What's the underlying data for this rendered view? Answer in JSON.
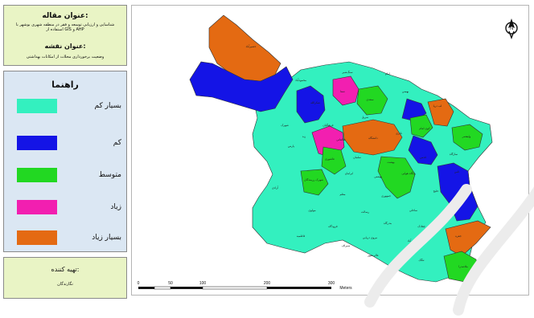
{
  "title_panel": {
    "article_title": "عنوان مقاله:",
    "article_subtitle": "شناسایی و ارزیابی توسعه و فقر در منطقه شهری بوشهر با استفاده از GIS و AHP",
    "map_title": "عنوان نقشه:",
    "map_subtitle": "وضعیت برخورداری محلات از امکانات بهداشتی"
  },
  "legend": {
    "title": "راهنما",
    "items": [
      {
        "label": "بسیار کم",
        "color": "#33f0bf"
      },
      {
        "label": "کم",
        "color": "#1414e6"
      },
      {
        "label": "متوسط",
        "color": "#22d822"
      },
      {
        "label": "زیاد",
        "color": "#f21fb0"
      },
      {
        "label": "بسیار زیاد",
        "color": "#e46a12"
      }
    ]
  },
  "credit_panel": {
    "label": "تهیه کننده:",
    "value": "نگارندگان"
  },
  "scale_bar": {
    "ticks": [
      "0",
      "50",
      "100",
      "200",
      "300"
    ],
    "unit": "Meters"
  },
  "north_arrow": {
    "icon": "north-arrow-icon"
  },
  "map": {
    "neighborhood_labels": [
      "حصیرآباد",
      "محمودآباد",
      "سنگ‌شیر",
      "امام",
      "شکرالله",
      "صفا",
      "سعدی",
      "بهمنی",
      "فرهنگیان",
      "سرپل",
      "لب دریا",
      "شهرک",
      "زند",
      "طالقانی",
      "دانشگاه",
      "نادری",
      "کوی امام",
      "ولیعصر",
      "پارس",
      "عاشوری",
      "سلمان",
      "بهشت",
      "قدس",
      "نمازگاه",
      "شهرک رزمندگان",
      "ایرانیان",
      "بهشتی",
      "پایگاه هوایی",
      "آزادی",
      "معلم",
      "جمهوری",
      "خلیج",
      "مولوی",
      "رسالت",
      "ساحلی",
      "شیرینو",
      "فرودگاه",
      "بندرگاه",
      "چغادک",
      "نیروی دریایی",
      "سبزآباد",
      "جفره",
      "عالی‌شهر",
      "تنگک",
      "ملاصدرا",
      "فاطمیه",
      "کارگر",
      "سیراف",
      "ثامن"
    ],
    "region_colors": {
      "very_low": "#33f0bf",
      "low": "#1414e6",
      "medium": "#22d822",
      "high": "#f21fb0",
      "very_high": "#e46a12"
    }
  }
}
